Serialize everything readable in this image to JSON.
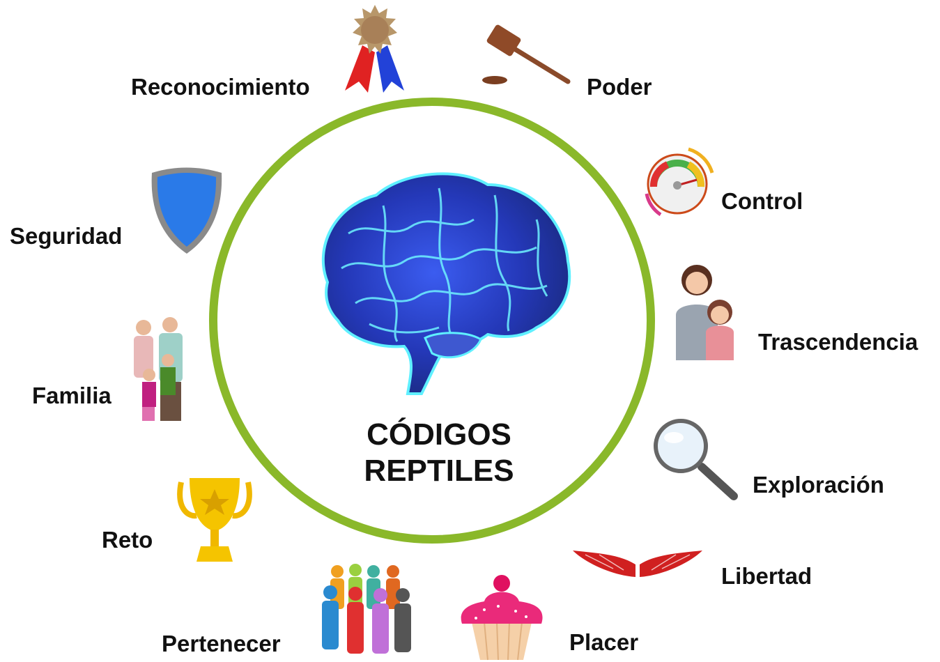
{
  "center": {
    "line1": "CÓDIGOS",
    "line2": "REPTILES"
  },
  "codes": {
    "reconocimiento": "Reconocimiento",
    "poder": "Poder",
    "control": "Control",
    "seguridad": "Seguridad",
    "trascendencia": "Trascendencia",
    "familia": "Familia",
    "exploracion": "Exploración",
    "reto": "Reto",
    "libertad": "Libertad",
    "pertenecer": "Pertenecer",
    "placer": "Placer"
  },
  "colors": {
    "ring": "#8ab82a",
    "brain": "#2a4fd6",
    "text": "#111111"
  },
  "icons": [
    "brain-icon",
    "medal-icon",
    "gavel-icon",
    "gauge-icon",
    "shield-icon",
    "mother-child-icon",
    "family-icon",
    "magnifier-icon",
    "trophy-icon",
    "wings-icon",
    "people-icon",
    "cupcake-icon"
  ]
}
